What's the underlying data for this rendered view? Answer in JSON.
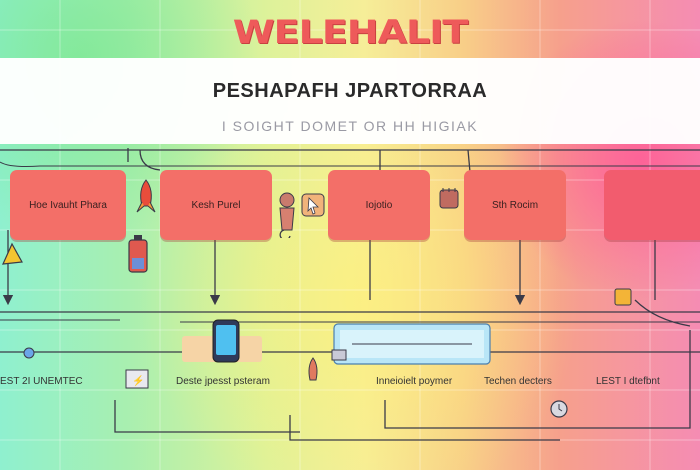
{
  "header": {
    "title": "WELEHALIT",
    "banner_title": "PESHAPAFH JPARTORRAA",
    "banner_subtitle": "I SOIGHT DOMET OR HH HIGIAK"
  },
  "nodes": [
    {
      "label": "Hoe  Ivauht Phara"
    },
    {
      "label": "Kesh Purel"
    },
    {
      "label": "Iojotio"
    },
    {
      "label": "Sth Rocim"
    },
    {
      "label": ""
    }
  ],
  "bottom_labels": [
    {
      "label": "EST  2I UNEMTEC"
    },
    {
      "label": "Deste jpesst psteram"
    },
    {
      "label": "Inneioielt poymer"
    },
    {
      "label": "Techen decters"
    },
    {
      "label": "LEST  I  dtefbnt"
    }
  ],
  "colors": {
    "node_fill": "#f36f68",
    "title_red": "#ee5a5a",
    "line_color": "#3a3a48"
  },
  "icons": [
    "alarm-clock-icon",
    "rocket-icon",
    "phone-icon",
    "monitor-icon",
    "cursor-icon",
    "chip-icon",
    "box-icon",
    "chess-piece-icon"
  ]
}
